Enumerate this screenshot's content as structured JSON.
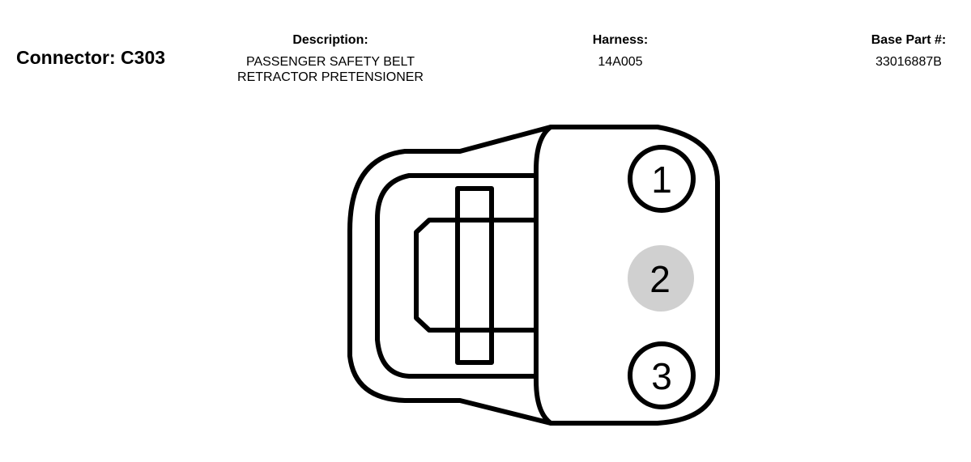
{
  "connector": {
    "title": "Connector: C303"
  },
  "description": {
    "header": "Description:",
    "line1": "PASSENGER SAFETY BELT",
    "line2": "RETRACTOR PRETENSIONER"
  },
  "harness": {
    "header": "Harness:",
    "value": "14A005"
  },
  "base_part": {
    "header": "Base Part #:",
    "value": "33016887B"
  },
  "pins": [
    {
      "label": "1",
      "highlighted": false
    },
    {
      "label": "2",
      "highlighted": true
    },
    {
      "label": "3",
      "highlighted": false
    }
  ],
  "colors": {
    "outline": "#000000",
    "highlight_fill": "#d0d0d0"
  }
}
